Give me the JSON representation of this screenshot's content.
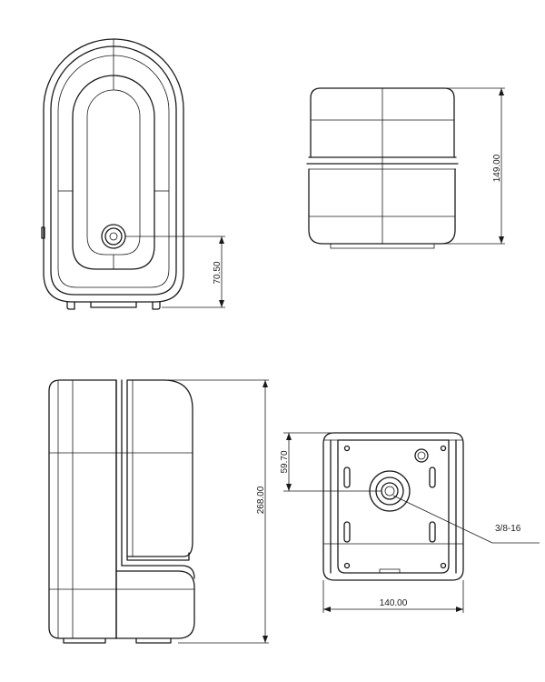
{
  "dimensions": {
    "front_lens_height": "70.50",
    "top_view_depth": "149.00",
    "side_view_height": "268.00",
    "bottom_mount_offset": "59.70",
    "bottom_view_width": "140.00",
    "thread_callout": "3/8-16"
  }
}
